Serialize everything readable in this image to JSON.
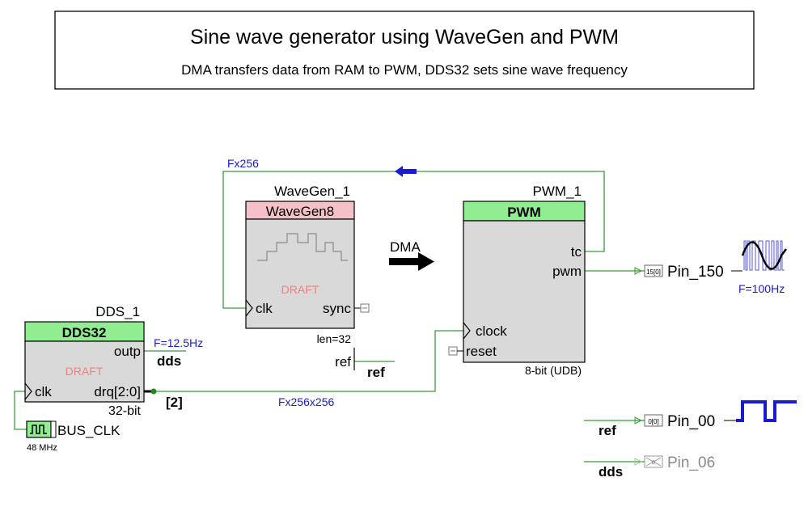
{
  "header": {
    "title": "Sine wave generator using WaveGen and PWM",
    "subtitle": "DMA transfers data from RAM to PWM, DDS32 sets sine wave frequency"
  },
  "dds": {
    "instance": "DDS_1",
    "type": "DDS32",
    "watermark": "DRAFT",
    "port_outp": "outp",
    "port_clk": "clk",
    "port_drq": "drq[2:0]",
    "width": "32-bit",
    "freq_note": "F=12.5Hz",
    "net_dds": "dds",
    "bus_index": "[2]"
  },
  "clock": {
    "name": "BUS_CLK",
    "freq": "48 MHz"
  },
  "wavegen": {
    "instance": "WaveGen_1",
    "type": "WaveGen8",
    "watermark": "DRAFT",
    "port_clk": "clk",
    "port_sync": "sync",
    "port_ref": "ref",
    "len": "len=32",
    "net_ref": "ref"
  },
  "pwm": {
    "instance": "PWM_1",
    "type": "PWM",
    "port_tc": "tc",
    "port_pwm": "pwm",
    "port_clock": "clock",
    "port_reset": "reset",
    "resolution": "8-bit (UDB)"
  },
  "dma_label": "DMA",
  "nets": {
    "fx256": "Fx256",
    "fx256x256": "Fx256x256"
  },
  "pins": [
    {
      "name": "Pin_150",
      "idx": "15[0]",
      "net": "",
      "note": "F=100Hz"
    },
    {
      "name": "Pin_00",
      "idx": "0[0]",
      "net": "ref",
      "note": ""
    },
    {
      "name": "Pin_06",
      "idx": "0",
      "net": "dds",
      "note": ""
    }
  ],
  "colors": {
    "header_green": "#90ee90",
    "header_pink": "#f5c0c8",
    "body_gray": "#d9d9d9",
    "wire_green": "#3a9a3a",
    "note_blue": "#1a1ad0",
    "draft_red": "#f08080",
    "dim_gray": "#8a8a8a"
  }
}
